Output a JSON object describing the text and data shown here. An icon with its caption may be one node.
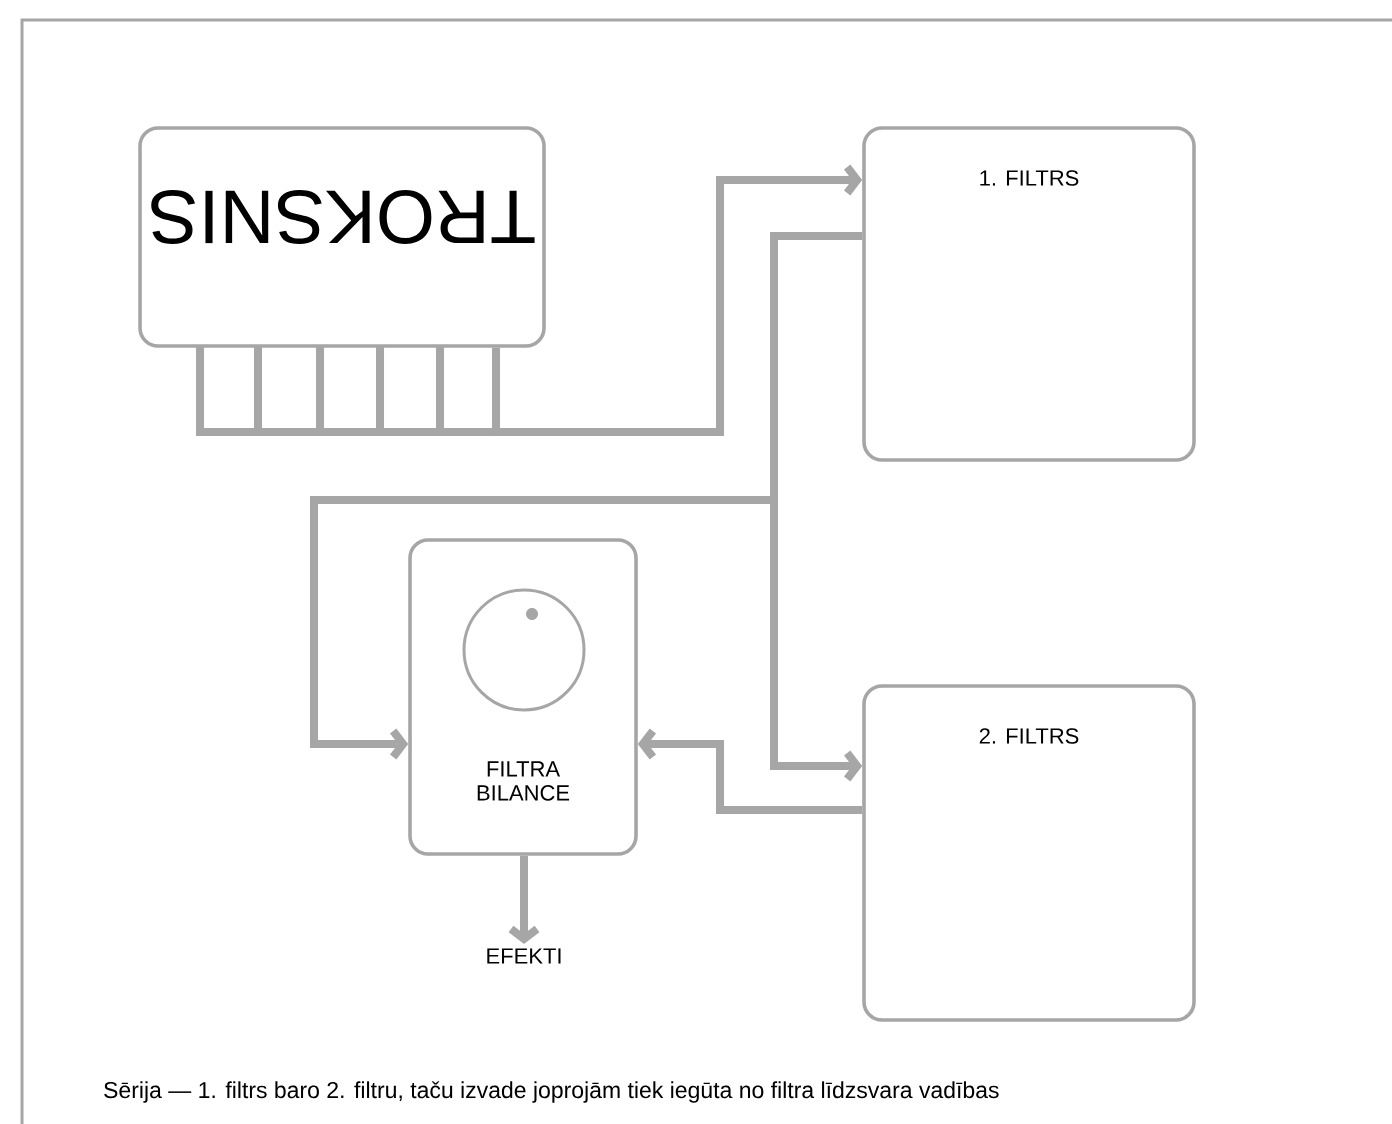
{
  "diagram": {
    "caption": "Sērija — 1. filtrs baro 2. filtru, taču izvade joprojām tiek iegūta no filtra līdzsvara vadības",
    "nodes": [
      {
        "text": [
          "TROKSNIS"
        ]
      },
      {
        "text": [
          "1. FILTRS"
        ]
      },
      {
        "text": [
          "2. FILTRS"
        ]
      },
      {
        "text": [
          "FILTRA BILANCE"
        ]
      },
      {
        "text": [
          "EFEKTI"
        ]
      }
    ],
    "edges": [
      {
        "from": 0,
        "to": 1,
        "arrow": "to"
      },
      {
        "from": 1,
        "to": 3,
        "arrow": "to"
      },
      {
        "from": 1,
        "to": 2,
        "arrow": "to"
      },
      {
        "from": 2,
        "to": 3,
        "arrow": "to"
      },
      {
        "from": 3,
        "to": 4,
        "arrow": "to"
      }
    ]
  }
}
